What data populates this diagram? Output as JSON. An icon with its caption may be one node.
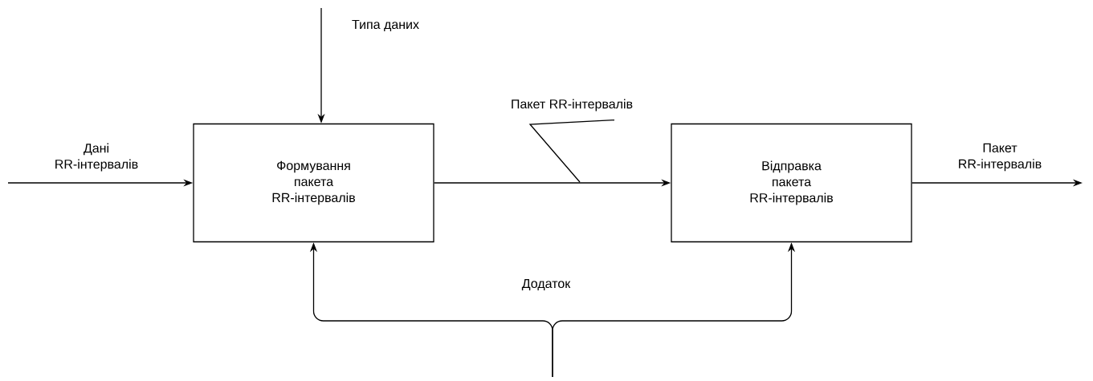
{
  "diagram": {
    "nodes": [
      {
        "text": [
          "Формування пакета RR-інтервалів"
        ]
      },
      {
        "text": [
          "Відправка пакета RR-інтервалів"
        ]
      },
      {
        "text": [
          "Пакет RR-інтервалів"
        ]
      }
    ],
    "edges": [
      {
        "from": null,
        "to": 0,
        "arrow": "to",
        "label": "Дані RR-інтервалів"
      },
      {
        "from": null,
        "to": 0,
        "arrow": "to",
        "label": "Типа даних"
      },
      {
        "from": 0,
        "to": 1,
        "arrow": "to"
      },
      {
        "from": 1,
        "to": null,
        "arrow": "to",
        "label": "Пакет RR-інтервалів"
      },
      {
        "from": null,
        "to": 0,
        "arrow": "to",
        "label": "Додаток"
      },
      {
        "from": null,
        "to": 1,
        "arrow": "to"
      },
      {
        "from": 2,
        "to": null,
        "arrow": "none"
      }
    ]
  }
}
